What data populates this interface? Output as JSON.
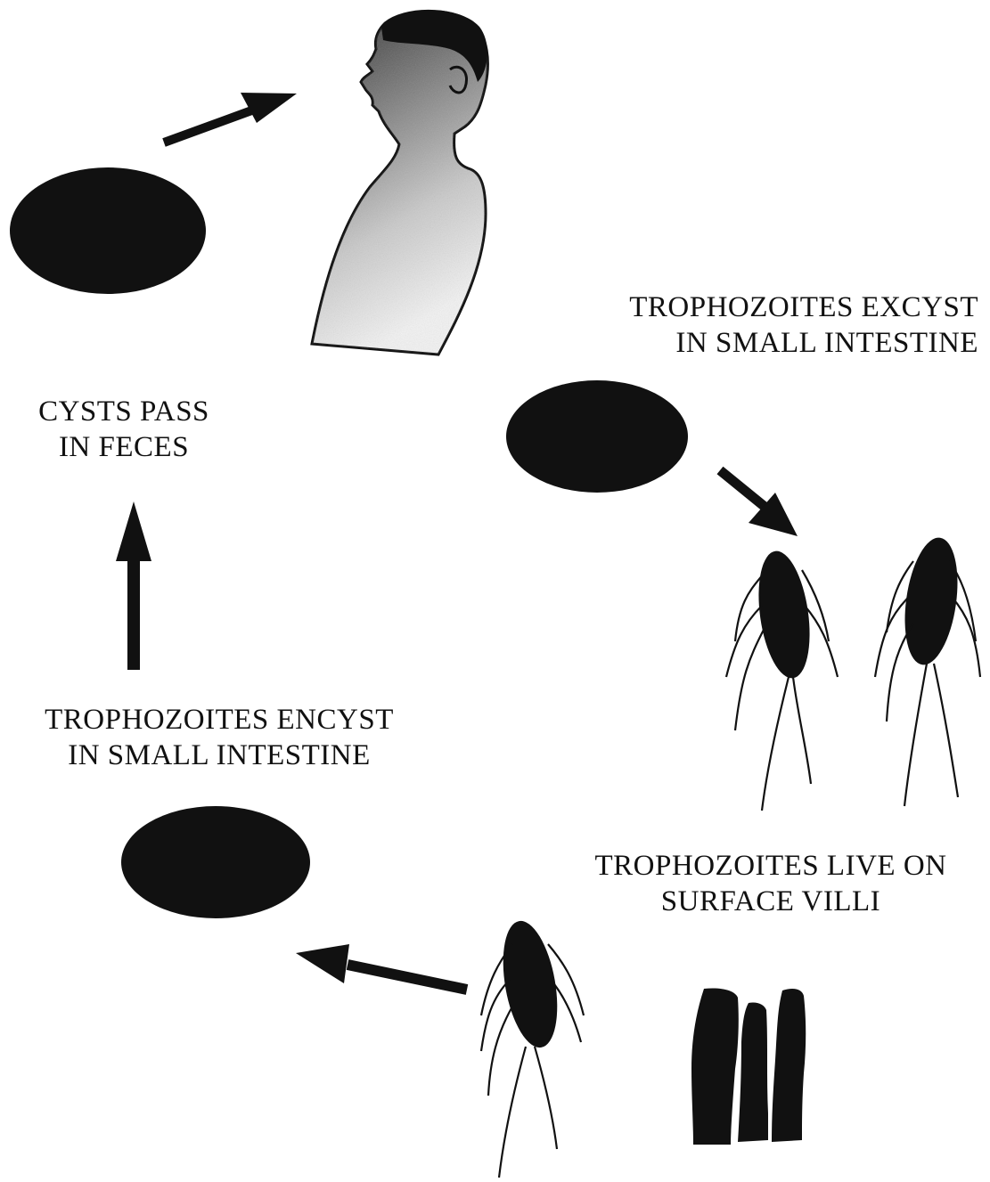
{
  "diagram": {
    "labels": {
      "cysts_pass": [
        "CYSTS PASS",
        "IN FECES"
      ],
      "excyst": [
        "TROPHOZOITES EXCYST",
        "IN SMALL INTESTINE"
      ],
      "encyst": [
        "TROPHOZOITES ENCYST",
        "IN SMALL INTESTINE"
      ],
      "live_on": [
        "TROPHOZOITES LIVE ON",
        "SURFACE VILLI"
      ]
    },
    "colors": {
      "ink": "#111111",
      "background": "#ffffff",
      "body_fill": "#d8d8d8"
    }
  }
}
